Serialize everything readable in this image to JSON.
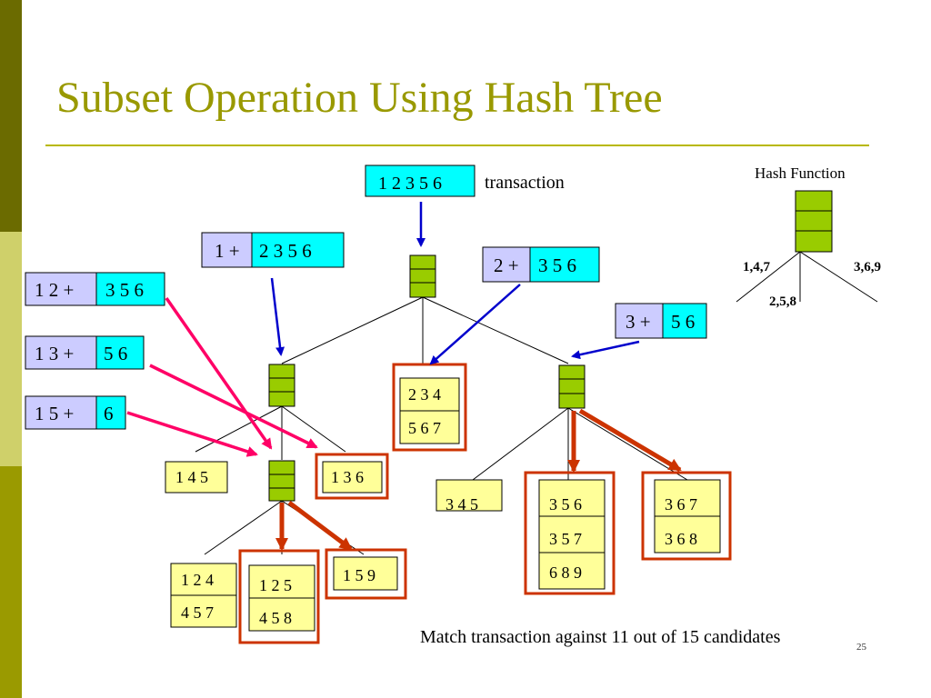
{
  "title": "Subset Operation Using Hash Tree",
  "transaction": {
    "items": "1 2 3 5 6",
    "label": "transaction"
  },
  "hash_function": {
    "title": "Hash Function",
    "branches": [
      "1,4,7",
      "2,5,8",
      "3,6,9"
    ]
  },
  "prefixes": [
    {
      "prefix": "1 +",
      "rest": "2 3 5 6"
    },
    {
      "prefix": "2 +",
      "rest": "3 5 6"
    },
    {
      "prefix": "3 +",
      "rest": "5 6"
    },
    {
      "prefix": "1 2 +",
      "rest": "3 5 6"
    },
    {
      "prefix": "1 3 +",
      "rest": "5 6"
    },
    {
      "prefix": "1 5 +",
      "rest": "6"
    }
  ],
  "leaves": {
    "l145": [
      "1 4 5"
    ],
    "l136": [
      "1 3 6"
    ],
    "l234": [
      "2 3 4",
      "5 6 7"
    ],
    "l345": [
      "3 4 5"
    ],
    "l356": [
      "3 5 6",
      "3 5 7",
      "6 8 9"
    ],
    "l367": [
      "3 6 7",
      "3 6 8"
    ],
    "l124": [
      "1 2 4",
      "4 5 7"
    ],
    "l125": [
      "1 2 5",
      "4 5 8"
    ],
    "l159": [
      "1 5 9"
    ]
  },
  "footer": "Match transaction against 11 out of 15 candidates",
  "page_number": "25",
  "colors": {
    "title": "#999900",
    "cyan_box": "#00ffff",
    "lavender_box": "#ccccff",
    "leaf_box": "#ffff99",
    "node": "#99cc00",
    "blue_arrow": "#0000cc",
    "pink_arrow": "#ff0066",
    "red_arrow": "#cc3300",
    "highlight_frame": "#cc3300"
  }
}
